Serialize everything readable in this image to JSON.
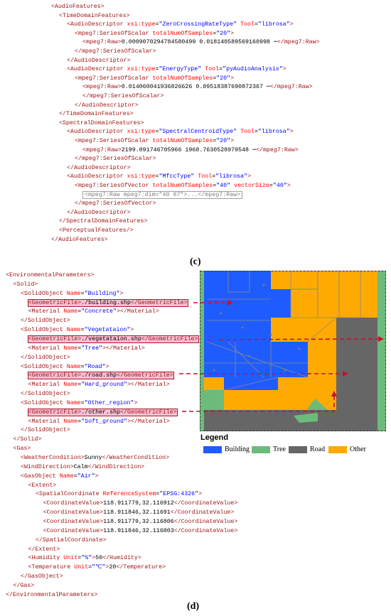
{
  "captions": {
    "c": "(c)",
    "d": "(d)"
  },
  "top_xml_lines": [
    {
      "indent": 0,
      "parts": [
        [
          "tg",
          "<AudioFeatures>"
        ]
      ]
    },
    {
      "indent": 1,
      "parts": [
        [
          "tg",
          "<TimeDomainFeatures>"
        ]
      ]
    },
    {
      "indent": 2,
      "parts": [
        [
          "tg",
          "<AudioDescriptor "
        ],
        [
          "an",
          "xsi:type"
        ],
        [
          "tx",
          "="
        ],
        [
          "av",
          "\"ZeroCrossingRateType\""
        ],
        [
          "an",
          " Tool"
        ],
        [
          "tx",
          "="
        ],
        [
          "av",
          "\"librosa\""
        ],
        [
          "tg",
          ">"
        ]
      ]
    },
    {
      "indent": 3,
      "parts": [
        [
          "tg",
          "<mpeg7:SeriesOfScalar "
        ],
        [
          "an",
          "totalNumOfSamples"
        ],
        [
          "tx",
          "="
        ],
        [
          "av",
          "\"20\""
        ],
        [
          "tg",
          ">"
        ]
      ]
    },
    {
      "indent": 4,
      "parts": [
        [
          "tg",
          "<mpeg7:Raw>"
        ],
        [
          "tx",
          "0.0009070294784580499 0.018140589569160998 ⋯"
        ],
        [
          "tg",
          "</mpeg7:Raw>"
        ]
      ]
    },
    {
      "indent": 3,
      "parts": [
        [
          "tg",
          "</mpeg7:SeriesOfScalar>"
        ]
      ]
    },
    {
      "indent": 2,
      "parts": [
        [
          "tg",
          "</AudioDescriptor>"
        ]
      ]
    },
    {
      "indent": 2,
      "parts": [
        [
          "tg",
          "<AudioDescriptor "
        ],
        [
          "an",
          "xsi:type"
        ],
        [
          "tx",
          "="
        ],
        [
          "av",
          "\"EnergyType\""
        ],
        [
          "an",
          " Tool"
        ],
        [
          "tx",
          "="
        ],
        [
          "av",
          "\"pyAudioAnalysis\""
        ],
        [
          "tg",
          ">"
        ]
      ]
    },
    {
      "indent": 3,
      "parts": [
        [
          "tg",
          "<mpeg7:SeriesOfScalar "
        ],
        [
          "an",
          "totalNumOfSamples"
        ],
        [
          "tx",
          "="
        ],
        [
          "av",
          "\"20\""
        ],
        [
          "tg",
          ">"
        ]
      ]
    },
    {
      "indent": 4,
      "parts": [
        [
          "tg",
          "<mpeg7:Raw>"
        ],
        [
          "tx",
          "0.014060041936826626 0.09518387690872367 ⋯"
        ],
        [
          "tg",
          "</mpeg7:Raw>"
        ]
      ]
    },
    {
      "indent": 4,
      "parts": [
        [
          "tg",
          "</mpeg7:SeriesOfScalar>"
        ]
      ]
    },
    {
      "indent": 3,
      "parts": [
        [
          "tg",
          "</AudioDescriptor>"
        ]
      ]
    },
    {
      "indent": 1,
      "parts": [
        [
          "tg",
          "</TimeDomainFeatures>"
        ]
      ]
    },
    {
      "indent": 1,
      "parts": [
        [
          "tg",
          "<SpectralDomainFeatures>"
        ]
      ]
    },
    {
      "indent": 2,
      "parts": [
        [
          "tg",
          "<AudioDescriptor "
        ],
        [
          "an",
          "xsi:type"
        ],
        [
          "tx",
          "="
        ],
        [
          "av",
          "\"SpectralCentroidType\""
        ],
        [
          "an",
          " Tool"
        ],
        [
          "tx",
          "="
        ],
        [
          "av",
          "\"librosa\""
        ],
        [
          "tg",
          ">"
        ]
      ]
    },
    {
      "indent": 3,
      "parts": [
        [
          "tg",
          "<mpeg7:SeriesOfScalar "
        ],
        [
          "an",
          "totalNumOfSamples"
        ],
        [
          "tx",
          "="
        ],
        [
          "av",
          "\"20\""
        ],
        [
          "tg",
          ">"
        ]
      ]
    },
    {
      "indent": 4,
      "parts": [
        [
          "tg",
          "<mpeg7:Raw>"
        ],
        [
          "tx",
          "2199.091746705966 1968.7630528979548 ⋯"
        ],
        [
          "tg",
          "</mpeg7:Raw>"
        ]
      ]
    },
    {
      "indent": 3,
      "parts": [
        [
          "tg",
          "</mpeg7:SeriesOfScalar>"
        ]
      ]
    },
    {
      "indent": 2,
      "parts": [
        [
          "tg",
          "</AudioDescriptor>"
        ]
      ]
    },
    {
      "indent": 2,
      "parts": [
        [
          "tg",
          "<AudioDescriptor "
        ],
        [
          "an",
          "xsi:type"
        ],
        [
          "tx",
          "="
        ],
        [
          "av",
          "\"MfccType\""
        ],
        [
          "an",
          " Tool"
        ],
        [
          "tx",
          "="
        ],
        [
          "av",
          "\"librosa\""
        ],
        [
          "tg",
          ">"
        ]
      ]
    },
    {
      "indent": 3,
      "parts": [
        [
          "tg",
          "<mpeg7:SeriesOfVector "
        ],
        [
          "an",
          "totalNumOfSamples"
        ],
        [
          "tx",
          "="
        ],
        [
          "av",
          "\"40\""
        ],
        [
          "an",
          " vectorSize"
        ],
        [
          "tx",
          "="
        ],
        [
          "av",
          "\"40\""
        ],
        [
          "tg",
          ">"
        ]
      ]
    },
    {
      "indent": 4,
      "parts": [
        [
          "coll",
          "<mpeg7:Raw mpeg7:dim=\"40 87\">...</mpeg7:Raw>"
        ]
      ]
    },
    {
      "indent": 3,
      "parts": [
        [
          "tg",
          "</mpeg7:SeriesOfVector>"
        ]
      ]
    },
    {
      "indent": 2,
      "parts": [
        [
          "tg",
          "</AudioDescriptor>"
        ]
      ]
    },
    {
      "indent": 1,
      "parts": [
        [
          "tg",
          "</SpectralDomainFeatures>"
        ]
      ]
    },
    {
      "indent": 1,
      "parts": [
        [
          "tg",
          "<PerceptualFeatures/>"
        ]
      ]
    },
    {
      "indent": 0,
      "parts": [
        [
          "tg",
          "</AudioFeatures>"
        ]
      ]
    }
  ],
  "bottom_xml_lines": [
    {
      "indent": 0,
      "parts": [
        [
          "tg",
          "<EnvironmentalParameters>"
        ]
      ]
    },
    {
      "indent": 1,
      "parts": [
        [
          "tg",
          "<Solid>"
        ]
      ]
    },
    {
      "indent": 2,
      "parts": [
        [
          "tg",
          "<SolidObject "
        ],
        [
          "an",
          "Name"
        ],
        [
          "tx",
          "="
        ],
        [
          "av",
          "\"Building\""
        ],
        [
          "tg",
          ">"
        ]
      ]
    },
    {
      "indent": 3,
      "hl": true,
      "parts": [
        [
          "tg",
          "<GeometricFile>"
        ],
        [
          "tx",
          "./building.shp"
        ],
        [
          "tg",
          "</GeometricFile>"
        ]
      ]
    },
    {
      "indent": 3,
      "parts": [
        [
          "tg",
          "<Material "
        ],
        [
          "an",
          "Name"
        ],
        [
          "tx",
          "="
        ],
        [
          "av",
          "\"Concrete\""
        ],
        [
          "tg",
          "></Material>"
        ]
      ]
    },
    {
      "indent": 2,
      "parts": [
        [
          "tg",
          "</SolidObject>"
        ]
      ]
    },
    {
      "indent": 2,
      "parts": [
        [
          "tg",
          "<SolidObject "
        ],
        [
          "an",
          "Name"
        ],
        [
          "tx",
          "="
        ],
        [
          "av",
          "\"Vegetataion\""
        ],
        [
          "tg",
          ">"
        ]
      ]
    },
    {
      "indent": 3,
      "hl": true,
      "parts": [
        [
          "tg",
          "<GeometricFile>"
        ],
        [
          "tx",
          "./vegetataion.shp"
        ],
        [
          "tg",
          "</GeometricFile>"
        ]
      ]
    },
    {
      "indent": 3,
      "parts": [
        [
          "tg",
          "<Material "
        ],
        [
          "an",
          "Name"
        ],
        [
          "tx",
          "="
        ],
        [
          "av",
          "\"Tree\""
        ],
        [
          "tg",
          "></Material>"
        ]
      ]
    },
    {
      "indent": 2,
      "parts": [
        [
          "tg",
          "</SolidObject>"
        ]
      ]
    },
    {
      "indent": 2,
      "parts": [
        [
          "tg",
          "<SolidObject "
        ],
        [
          "an",
          "Name"
        ],
        [
          "tx",
          "="
        ],
        [
          "av",
          "\"Road\""
        ],
        [
          "tg",
          ">"
        ]
      ]
    },
    {
      "indent": 3,
      "hl": true,
      "parts": [
        [
          "tg",
          "<GeometricFile>"
        ],
        [
          "tx",
          "./road.shp"
        ],
        [
          "tg",
          "</GeometricFile>"
        ]
      ]
    },
    {
      "indent": 3,
      "parts": [
        [
          "tg",
          "<Material "
        ],
        [
          "an",
          "Name"
        ],
        [
          "tx",
          "="
        ],
        [
          "av",
          "\"Hard_ground\""
        ],
        [
          "tg",
          "></Material>"
        ]
      ]
    },
    {
      "indent": 2,
      "parts": [
        [
          "tg",
          "</SolidObject>"
        ]
      ]
    },
    {
      "indent": 2,
      "parts": [
        [
          "tg",
          "<SolidObject "
        ],
        [
          "an",
          "Name"
        ],
        [
          "tx",
          "="
        ],
        [
          "av",
          "\"Other_region\""
        ],
        [
          "tg",
          ">"
        ]
      ]
    },
    {
      "indent": 3,
      "hl": true,
      "parts": [
        [
          "tg",
          "<GeometricFile>"
        ],
        [
          "tx",
          "./other.shp"
        ],
        [
          "tg",
          "</GeometricFile>"
        ]
      ]
    },
    {
      "indent": 3,
      "parts": [
        [
          "tg",
          "<Material "
        ],
        [
          "an",
          "Name"
        ],
        [
          "tx",
          "="
        ],
        [
          "av",
          "\"Soft_ground\""
        ],
        [
          "tg",
          "></Material>"
        ]
      ]
    },
    {
      "indent": 2,
      "parts": [
        [
          "tg",
          "</SolidObject>"
        ]
      ]
    },
    {
      "indent": 1,
      "parts": [
        [
          "tg",
          "</Solid>"
        ]
      ]
    },
    {
      "indent": 1,
      "parts": [
        [
          "tg",
          "<Gas>"
        ]
      ]
    },
    {
      "indent": 2,
      "parts": [
        [
          "tg",
          "<WeatherCondition>"
        ],
        [
          "tx",
          "Sunny"
        ],
        [
          "tg",
          "</WeatherCondition>"
        ]
      ]
    },
    {
      "indent": 2,
      "parts": [
        [
          "tg",
          "<WindDirection>"
        ],
        [
          "tx",
          "Calm"
        ],
        [
          "tg",
          "</WindDirection>"
        ]
      ]
    },
    {
      "indent": 2,
      "parts": [
        [
          "tg",
          "<GasObject "
        ],
        [
          "an",
          "Name"
        ],
        [
          "tx",
          "="
        ],
        [
          "av",
          "\"Air\""
        ],
        [
          "tg",
          ">"
        ]
      ]
    },
    {
      "indent": 3,
      "parts": [
        [
          "tg",
          "<Extent>"
        ]
      ]
    },
    {
      "indent": 4,
      "parts": [
        [
          "tg",
          "<SpatialCoordinate "
        ],
        [
          "an",
          "ReferenceSystem"
        ],
        [
          "tx",
          "="
        ],
        [
          "av",
          "\"EPSG:4326\""
        ],
        [
          "tg",
          ">"
        ]
      ]
    },
    {
      "indent": 5,
      "parts": [
        [
          "tg",
          "<CoordinateValue>"
        ],
        [
          "tx",
          "118.911779,32.116912"
        ],
        [
          "tg",
          "</CoordinateValue>"
        ]
      ]
    },
    {
      "indent": 5,
      "parts": [
        [
          "tg",
          "<CoordinateValue>"
        ],
        [
          "tx",
          "118.911846,32.11691"
        ],
        [
          "tg",
          "</CoordinateValue>"
        ]
      ]
    },
    {
      "indent": 5,
      "parts": [
        [
          "tg",
          "<CoordinateValue>"
        ],
        [
          "tx",
          "118.911779,32.116806"
        ],
        [
          "tg",
          "</CoordinateValue>"
        ]
      ]
    },
    {
      "indent": 5,
      "parts": [
        [
          "tg",
          "<CoordinateValue>"
        ],
        [
          "tx",
          "118.911846,32.116803"
        ],
        [
          "tg",
          "</CoordinateValue>"
        ]
      ]
    },
    {
      "indent": 4,
      "parts": [
        [
          "tg",
          "</SpatialCoordinate>"
        ]
      ]
    },
    {
      "indent": 3,
      "parts": [
        [
          "tg",
          "</Extent>"
        ]
      ]
    },
    {
      "indent": 3,
      "parts": [
        [
          "tg",
          "<Humidity "
        ],
        [
          "an",
          "Unit"
        ],
        [
          "tx",
          "="
        ],
        [
          "av",
          "\"%\""
        ],
        [
          "tg",
          ">"
        ],
        [
          "tx",
          "50"
        ],
        [
          "tg",
          "</Humidity>"
        ]
      ]
    },
    {
      "indent": 3,
      "parts": [
        [
          "tg",
          "<Temperature "
        ],
        [
          "an",
          "Unit"
        ],
        [
          "tx",
          "="
        ],
        [
          "av",
          "\"℃\""
        ],
        [
          "tg",
          ">"
        ],
        [
          "tx",
          "20"
        ],
        [
          "tg",
          "</Temperature>"
        ]
      ]
    },
    {
      "indent": 2,
      "parts": [
        [
          "tg",
          "</GasObject>"
        ]
      ]
    },
    {
      "indent": 1,
      "parts": [
        [
          "tg",
          "</Gas>"
        ]
      ]
    },
    {
      "indent": 0,
      "parts": [
        [
          "tg",
          "</EnvironmentalParameters>"
        ]
      ]
    }
  ],
  "legend": {
    "title": "Legend",
    "items": [
      {
        "label": "Building",
        "color": "#1f5cff"
      },
      {
        "label": "Tree",
        "color": "#6dbb7b"
      },
      {
        "label": "Road",
        "color": "#666666"
      },
      {
        "label": "Other",
        "color": "#ffaa00"
      }
    ]
  },
  "colors": {
    "tag": "#a31515",
    "attr_name": "#ff0000",
    "attr_value": "#0000ff",
    "highlight_fill": "#f4c0d4",
    "highlight_border": "#b5152b",
    "arrow": "#c8102e"
  }
}
